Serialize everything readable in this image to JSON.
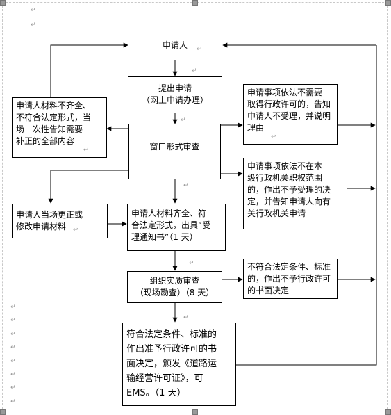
{
  "nodes": {
    "applicant": "申请人",
    "submit": [
      "提出申请",
      "（网上申请办理）"
    ],
    "window_review": "窗口形式审查",
    "incomplete": [
      "申请人材料不齐全、",
      "不符合法定形式，当",
      "场一次性告知需要",
      "补正的全部内容"
    ],
    "no_permit_needed": [
      "申请事项依法不需要",
      "取得行政许可的，告知",
      "申请人不受理，并说明",
      "理由"
    ],
    "not_in_scope": [
      "申请事项依法不在本",
      "级行政机关职权范围",
      "的，作出不予受理的决",
      "定，并告知申请人向有",
      "关行政机关申请"
    ],
    "correct_on_site": [
      "申请人当场更正或",
      "修改申请材料"
    ],
    "complete": [
      "申请人材料齐全、符",
      "合法定形式，出具“受",
      "理通知书”（1 天）"
    ],
    "substantive": [
      "组织实质审查",
      "（现场勘查）（8 天）"
    ],
    "reject": [
      "不符合法定条件、标准",
      "的，作出不予行政许可",
      "的书面决定"
    ],
    "approve": [
      "符合法定条件、标准的",
      "作出准予行政许可的书",
      "面决定，颁发《道路运",
      "输经营许可证》，可",
      "EMS。（1 天）"
    ]
  },
  "marks": {
    "paragraph": "↵",
    "arrow_mark": "↩"
  },
  "colors": {
    "line": "#000000",
    "frame": "#c8c8c8",
    "mark": "#9a9a9a"
  }
}
